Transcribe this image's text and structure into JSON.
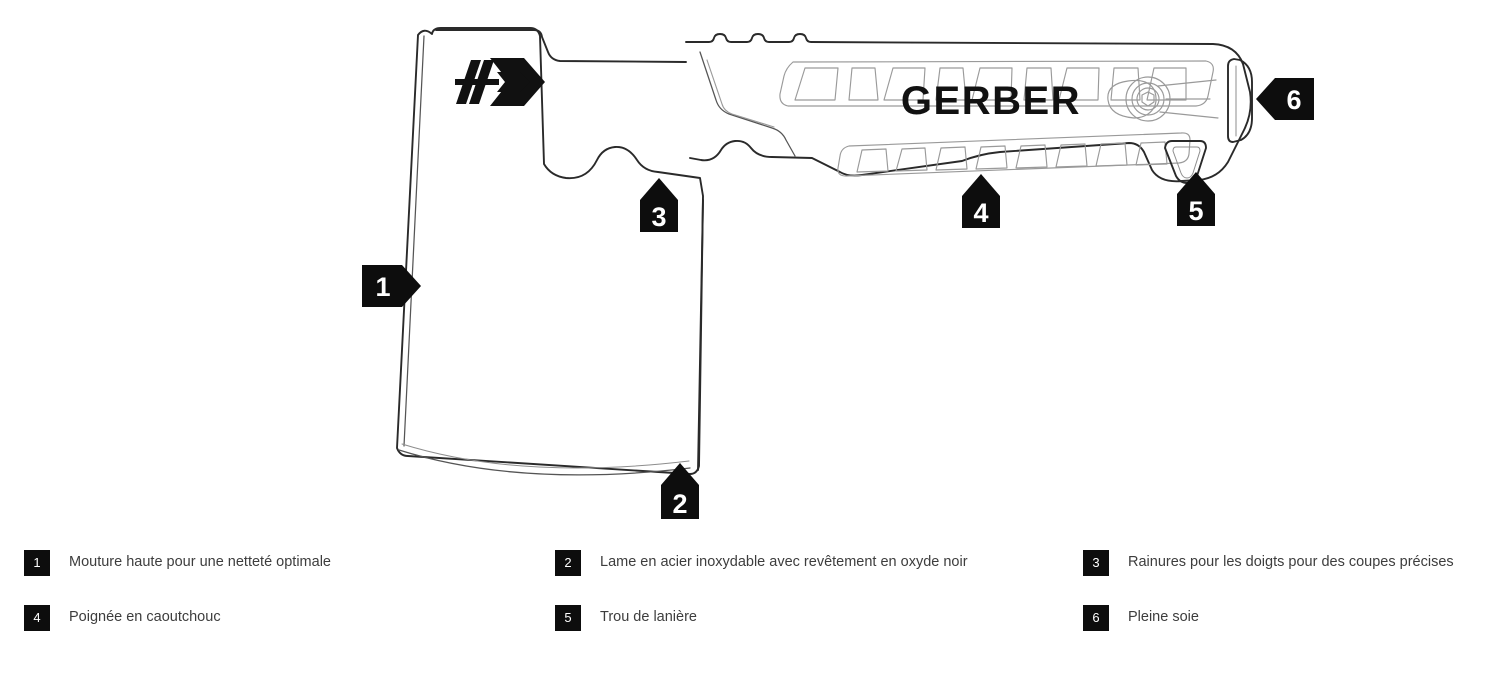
{
  "product": {
    "brand_wordmark": "GERBER",
    "brand_logo_name": "gerber-arrowhead-logo",
    "illustration_name": "gerber-axe-line-drawing"
  },
  "callouts": [
    {
      "number": "1",
      "direction": "right"
    },
    {
      "number": "2",
      "direction": "up"
    },
    {
      "number": "3",
      "direction": "up"
    },
    {
      "number": "4",
      "direction": "up"
    },
    {
      "number": "5",
      "direction": "up"
    },
    {
      "number": "6",
      "direction": "left"
    }
  ],
  "legend": {
    "items": [
      {
        "number": "1",
        "text": "Mouture haute pour une netteté optimale"
      },
      {
        "number": "2",
        "text": "Lame en acier inoxydable avec revêtement en oxyde noir"
      },
      {
        "number": "3",
        "text": "Rainures pour les doigts pour des coupes précises"
      },
      {
        "number": "4",
        "text": "Poignée en caoutchouc"
      },
      {
        "number": "5",
        "text": "Trou de lanière"
      },
      {
        "number": "6",
        "text": "Pleine soie"
      }
    ]
  },
  "colors": {
    "background": "#ffffff",
    "badge_bg": "#0d0d0d",
    "badge_text": "#ffffff",
    "legend_text": "#3d3d3d",
    "outline": "#111111",
    "outline_light": "#9a9a9a"
  }
}
